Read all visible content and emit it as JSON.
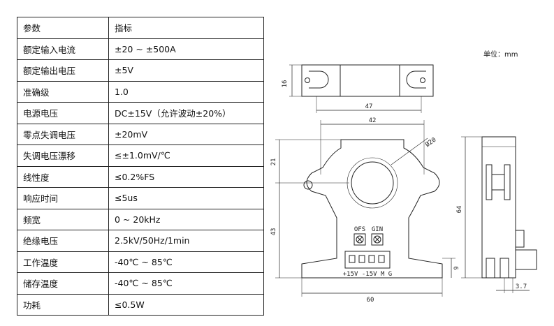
{
  "spec_table": {
    "header": {
      "param": "参数",
      "value": "指标"
    },
    "rows": [
      {
        "param": "额定输入电流",
        "value": "±20 ~ ±500A"
      },
      {
        "param": "额定输出电压",
        "value": "±5V"
      },
      {
        "param": "准确级",
        "value": "1.0"
      },
      {
        "param": "电源电压",
        "value": "DC±15V（允许波动±20%）"
      },
      {
        "param": "零点失调电压",
        "value": "±20mV"
      },
      {
        "param": "失调电压漂移",
        "value": "≤±1.0mV/℃"
      },
      {
        "param": "线性度",
        "value": "≤0.2%FS"
      },
      {
        "param": "响应时间",
        "value": "≤5us"
      },
      {
        "param": "频宽",
        "value": "0 ~ 20kHz"
      },
      {
        "param": "绝缘电压",
        "value": "2.5kV/50Hz/1min"
      },
      {
        "param": "工作温度",
        "value": "-40℃ ~ 85℃"
      },
      {
        "param": "储存温度",
        "value": "-40℃ ~ 85℃"
      },
      {
        "param": "功耗",
        "value": "≤0.5W"
      }
    ]
  },
  "drawing": {
    "unit_label": "单位：mm",
    "dims": {
      "top_height": "16",
      "top_width": "47",
      "hole_spacing": "42",
      "hole_diameter": "Ø20",
      "upper_height": "21",
      "lower_height": "43",
      "base_width": "60",
      "foot_height": "9",
      "total_height": "64",
      "side_offset": "3.7"
    },
    "pot_labels": {
      "ofs": "OFS",
      "gin": "GIN"
    },
    "pin_labels": "+15V -15V M G"
  }
}
